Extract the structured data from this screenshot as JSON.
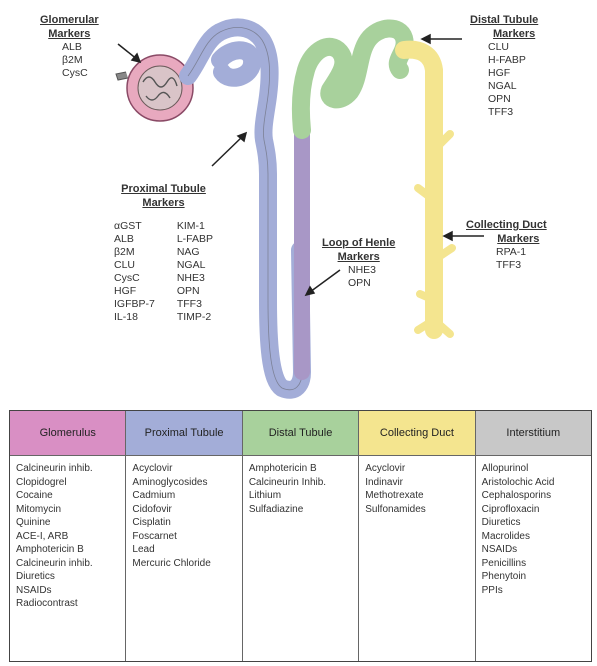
{
  "labels": {
    "glomerular": {
      "title_line1": "Glomerular",
      "title_line2": "Markers",
      "items": [
        "ALB",
        "β2M",
        "CysC"
      ]
    },
    "distal": {
      "title_line1": "Distal Tubule",
      "title_line2": "Markers",
      "items": [
        "CLU",
        "H-FABP",
        "HGF",
        "NGAL",
        "OPN",
        "TFF3"
      ]
    },
    "proximal": {
      "title_line1": "Proximal Tubule",
      "title_line2": "Markers",
      "left": [
        "αGST",
        "ALB",
        "β2M",
        "CLU",
        "CysC",
        "HGF",
        "IGFBP-7",
        "IL-18"
      ],
      "right": [
        "KIM-1",
        "L-FABP",
        "NAG",
        "NGAL",
        "NHE3",
        "OPN",
        "TFF3",
        "TIMP-2"
      ]
    },
    "loop": {
      "title_line1": "Loop of Henle",
      "title_line2": "Markers",
      "items": [
        "NHE3",
        "OPN"
      ]
    },
    "collecting": {
      "title_line1": "Collecting Duct",
      "title_line2": "Markers",
      "items": [
        "RPA-1",
        "TFF3"
      ]
    }
  },
  "colors": {
    "glomerulus": "#d98fc4",
    "glomerulus_body": "#e8a9bf",
    "proximal": "#a3add8",
    "distal": "#a8d19c",
    "collecting": "#f4e58f",
    "loop": "#a897c6",
    "interstitium": "#c8c8c8"
  },
  "table": {
    "columns": [
      {
        "header": "Glomerulus",
        "items": [
          "Calcineurin inhib.",
          "Clopidogrel",
          "Cocaine",
          "Mitomycin",
          "Quinine",
          "ACE-I, ARB",
          "Amphotericin B",
          "Calcineurin inhib.",
          "Diuretics",
          "NSAIDs",
          "Radiocontrast"
        ]
      },
      {
        "header": "Proximal Tubule",
        "items": [
          "Acyclovir",
          "Aminoglycosides",
          "Cadmium",
          "Cidofovir",
          "Cisplatin",
          "Foscarnet",
          "Lead",
          "Mercuric Chloride"
        ]
      },
      {
        "header": "Distal Tubule",
        "items": [
          "Amphotericin B",
          "Calcineurin Inhib.",
          "Lithium",
          "Sulfadiazine"
        ]
      },
      {
        "header": "Collecting Duct",
        "items": [
          "Acyclovir",
          "Indinavir",
          "Methotrexate",
          "Sulfonamides"
        ]
      },
      {
        "header": "Interstitium",
        "items": [
          "Allopurinol",
          "Aristolochic Acid",
          "Cephalosporins",
          "Ciprofloxacin",
          "Diuretics",
          "Macrolides",
          "NSAIDs",
          "Penicillins",
          "Phenytoin",
          "PPIs"
        ]
      }
    ]
  }
}
